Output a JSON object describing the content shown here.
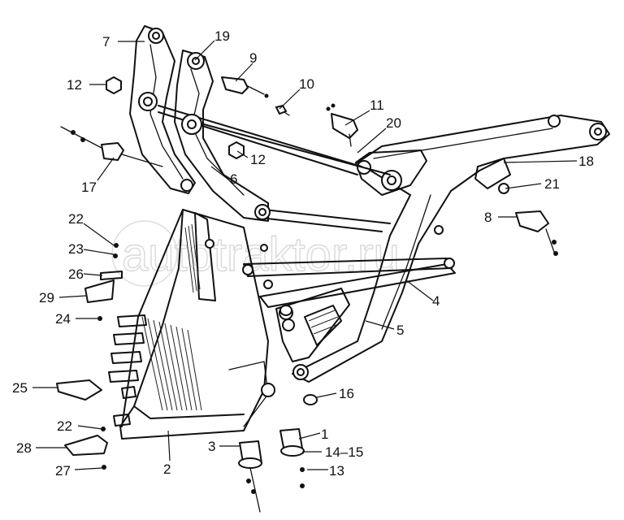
{
  "watermark": {
    "text": "autotraktor.ru"
  },
  "callouts": [
    {
      "id": "c1",
      "label": "1"
    },
    {
      "id": "c2",
      "label": "2"
    },
    {
      "id": "c3",
      "label": "3"
    },
    {
      "id": "c4",
      "label": "4"
    },
    {
      "id": "c5",
      "label": "5"
    },
    {
      "id": "c6",
      "label": "6"
    },
    {
      "id": "c7",
      "label": "7"
    },
    {
      "id": "c8",
      "label": "8"
    },
    {
      "id": "c9",
      "label": "9"
    },
    {
      "id": "c10",
      "label": "10"
    },
    {
      "id": "c11",
      "label": "11"
    },
    {
      "id": "c12a",
      "label": "12"
    },
    {
      "id": "c12b",
      "label": "12"
    },
    {
      "id": "c13",
      "label": "13"
    },
    {
      "id": "c1415",
      "label": "14–15"
    },
    {
      "id": "c16",
      "label": "16"
    },
    {
      "id": "c17",
      "label": "17"
    },
    {
      "id": "c18",
      "label": "18"
    },
    {
      "id": "c19",
      "label": "19"
    },
    {
      "id": "c20",
      "label": "20"
    },
    {
      "id": "c21",
      "label": "21"
    },
    {
      "id": "c22a",
      "label": "22"
    },
    {
      "id": "c22b",
      "label": "22"
    },
    {
      "id": "c23",
      "label": "23"
    },
    {
      "id": "c24",
      "label": "24"
    },
    {
      "id": "c25",
      "label": "25"
    },
    {
      "id": "c26",
      "label": "26"
    },
    {
      "id": "c27",
      "label": "27"
    },
    {
      "id": "c28",
      "label": "28"
    },
    {
      "id": "c29",
      "label": "29"
    }
  ]
}
